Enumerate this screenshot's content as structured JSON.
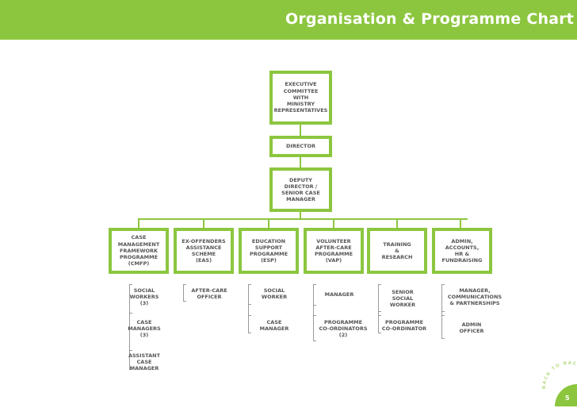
{
  "header": {
    "title": "Organisation & Programme Chart"
  },
  "top": {
    "executive": "EXECUTIVE\nCOMMITTEE\nWITH\nMINISTRY\nREPRESENTATIVES",
    "director": "DIRECTOR",
    "deputy": "DEPUTY\nDIRECTOR /\nSENIOR CASE\nMANAGER"
  },
  "programmes": [
    {
      "label": "CASE\nMANAGEMENT\nFRAMEWORK\nPROGRAMME\n(CMFP)",
      "staff": [
        "SOCIAL\nWORKERS\n(3)",
        "CASE\nMANAGERS\n(3)",
        "ASSISTANT\nCASE\nMANAGER"
      ]
    },
    {
      "label": "EX-OFFENDERS\nASSISTANCE\nSCHEME\n(EAS)",
      "staff": [
        "AFTER-CARE\nOFFICER"
      ]
    },
    {
      "label": "EDUCATION\nSUPPORT\nPROGRAMME\n(ESP)",
      "staff": [
        "SOCIAL\nWORKER",
        "CASE\nMANAGER"
      ]
    },
    {
      "label": "VOLUNTEER\nAFTER-CARE\nPROGRAMME\n(VAP)",
      "staff": [
        "MANAGER",
        "PROGRAMME\nCO-ORDINATORS\n(2)"
      ]
    },
    {
      "label": "TRAINING\n&\nRESEARCH",
      "staff": [
        "SENIOR\nSOCIAL\nWORKER",
        "PROGRAMME\nCO-ORDINATOR"
      ]
    },
    {
      "label": "ADMIN,\nACCOUNTS,\nHR &\nFUNDRAISING",
      "staff": [
        "MANAGER,\nCOMMUNICATIONS\n& PARTNERSHIPS",
        "ADMIN\nOFFICER"
      ]
    }
  ],
  "footer": {
    "page_number": "5",
    "corner_text": "BACK TO BACK"
  },
  "colors": {
    "accent": "#8cc63f",
    "text": "#555555",
    "connector": "#9a9a9a"
  }
}
